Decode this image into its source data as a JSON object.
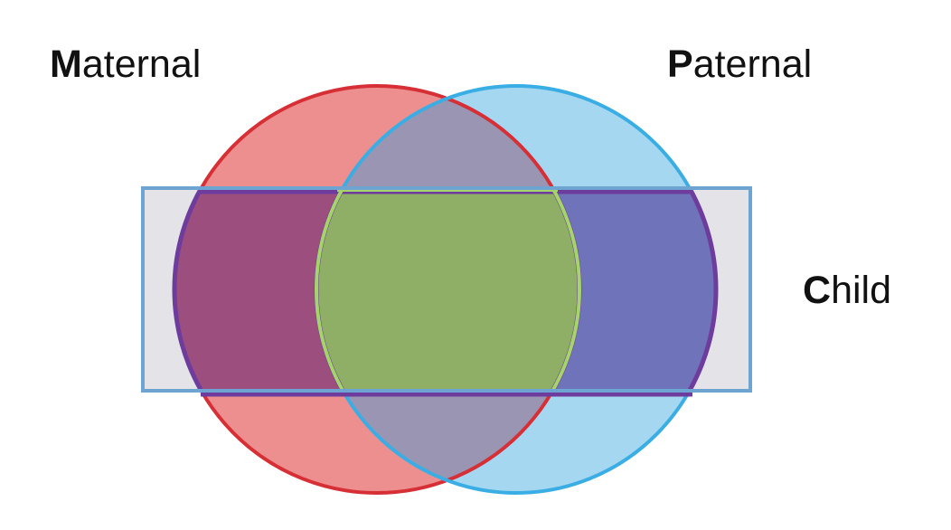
{
  "labels": {
    "maternal": {
      "initial": "M",
      "rest": "aternal"
    },
    "paternal": {
      "initial": "P",
      "rest": "aternal"
    },
    "child": {
      "initial": "C",
      "rest": "hild"
    }
  },
  "colors": {
    "maternal_fill": "#ee8f8f",
    "maternal_stroke": "#d62f36",
    "paternal_fill": "#a5d8f0",
    "paternal_stroke": "#3aaee4",
    "child_fill": "#e4e3e7",
    "child_stroke": "#6ea4d2",
    "maternal_child_overlap": "#9c4f7f",
    "paternal_child_overlap": "#6f73b9",
    "maternal_paternal_overlap": "#9995b2",
    "all_three_overlap": "#8fae66",
    "all_three_stroke": "#a4d46a",
    "inner_band_stroke": "#6d3c9c"
  }
}
